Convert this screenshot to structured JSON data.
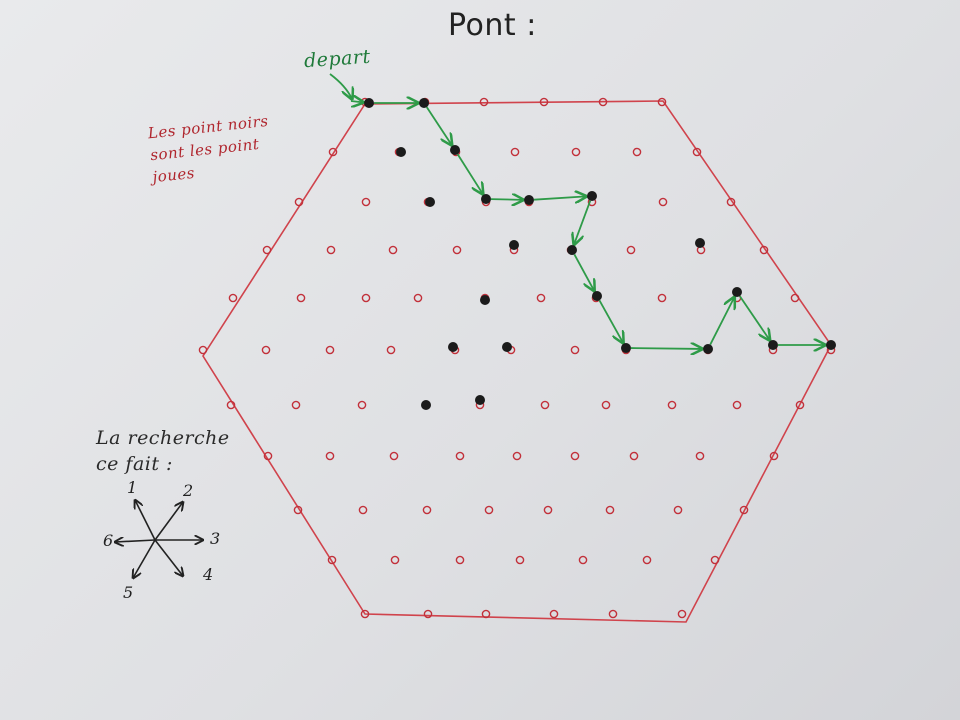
{
  "title": "Pont :",
  "start_label": "depart",
  "note_lines": [
    "Les point noirs",
    "sont les point",
    "joues"
  ],
  "search_lines": [
    "La recherche",
    "ce fait :"
  ],
  "directions": {
    "labels": [
      "1",
      "2",
      "3",
      "4",
      "5",
      "6"
    ]
  },
  "colors": {
    "grid_dots": "#c2303a",
    "hexagon": "#d0434c",
    "played_points": "#1b1b1b",
    "path": "#2e9b48",
    "text": "#222222"
  }
}
